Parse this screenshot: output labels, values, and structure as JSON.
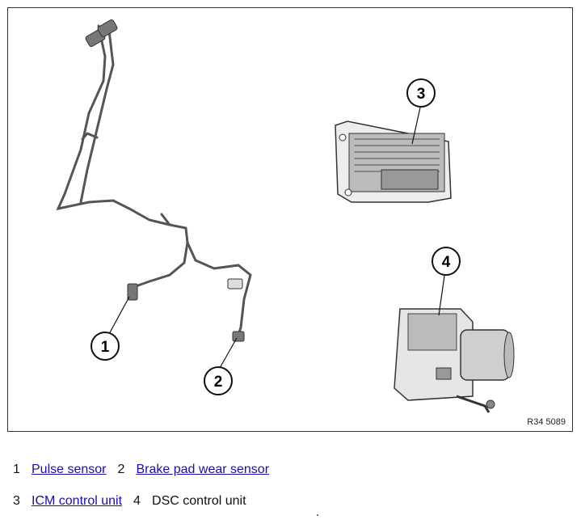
{
  "figure": {
    "ref_code": "R34 5089",
    "callouts": [
      "1",
      "2",
      "3",
      "4"
    ]
  },
  "legend": [
    {
      "num": "1",
      "label": "Pulse sensor",
      "link": true
    },
    {
      "num": "2",
      "label": "Brake pad wear sensor",
      "link": true
    },
    {
      "num": "3",
      "label": "ICM control unit",
      "link": true
    },
    {
      "num": "4",
      "label": "DSC control unit",
      "link": false
    }
  ],
  "colors": {
    "link": "#1a0dab",
    "frame": "#333333",
    "drawing": "#555555"
  }
}
